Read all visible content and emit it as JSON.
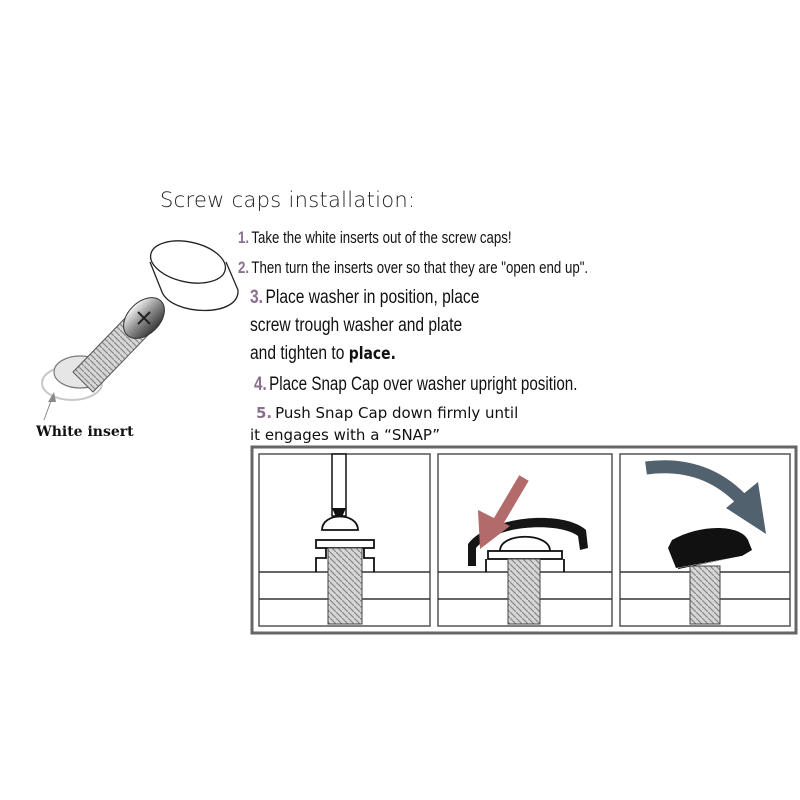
{
  "title": "Screw caps installation:",
  "label_white_insert": "White insert",
  "steps": [
    {
      "num": "1.",
      "text": "Take the white inserts out of the screw caps!"
    },
    {
      "num": "2.",
      "text": "Then turn the inserts over so that they are \"open end up\"."
    },
    {
      "num": "3.",
      "line1": "Place washer in position, place",
      "line2": "screw trough washer and plate",
      "line3a": "and tighten to ",
      "line3b": "place."
    },
    {
      "num": "4.",
      "text": "Place Snap Cap over washer upright position."
    },
    {
      "num": "5.",
      "line1": "Push Snap Cap down firmly until",
      "line2": "it engages with a “SNAP”"
    }
  ],
  "colors": {
    "accent": "#8a6f8f",
    "arrow": "#b36a6a",
    "arrow_curved": "#52616e"
  },
  "icons": [
    "screw-with-washer-icon",
    "screw-cap-insert-icon",
    "screwdriver-icon",
    "snap-cap-icon",
    "push-arrow-icon",
    "curved-arrow-icon"
  ]
}
